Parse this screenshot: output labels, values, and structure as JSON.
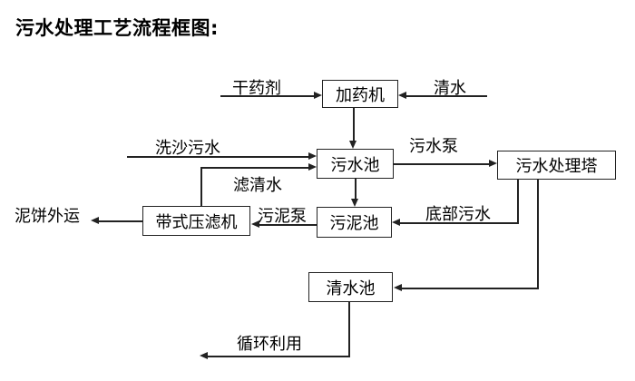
{
  "title": "污水处理工艺流程框图:",
  "colors": {
    "ink": "#222222",
    "background": "#ffffff"
  },
  "nodes": {
    "dosing_machine": "加药机",
    "sewage_pool": "污水池",
    "treatment_tower": "污水处理塔",
    "sludge_pool": "污泥池",
    "belt_filter_press": "带式压滤机",
    "clean_water_pool": "清水池"
  },
  "flow_labels": {
    "dry_agent": "干药剂",
    "clean_water_in": "清水",
    "sand_washing_sewage": "洗沙污水",
    "sewage_pump": "污水泵",
    "filtered_water": "滤清水",
    "sludge_pump": "污泥泵",
    "bottom_sewage": "底部污水",
    "mud_cake_outbound": "泥饼外运",
    "recycle_use": "循环利用"
  }
}
